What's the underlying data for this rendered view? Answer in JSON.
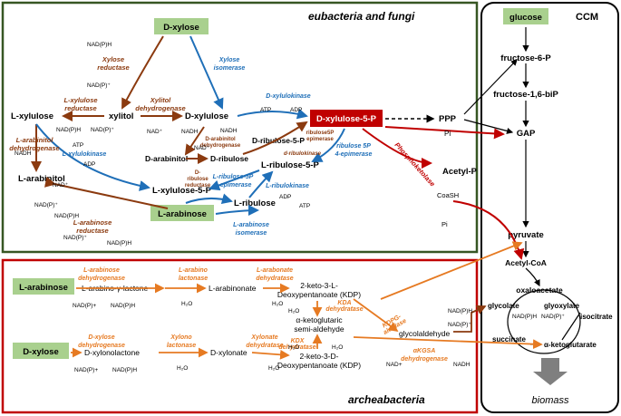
{
  "headers": {
    "eubacteria": "eubacteria and fungi",
    "archaea": "archeabacteria",
    "ccm": "CCM"
  },
  "boxed_metabolites": {
    "dxylose_top": "D-xylose",
    "larabinose_top": "L-arabinose",
    "glucose": "glucose",
    "dxylulose5p": "D-xylulose-5-P",
    "larabinose_arch": "L-arabinose",
    "dxylose_arch": "D-xylose"
  },
  "euk": {
    "lxylulose": "L-xylulose",
    "xylitol": "xylitol",
    "dxylulose": "D-xylulose",
    "larabinitol": "L-arabinitol",
    "darabinitol": "D-arabinitol",
    "dribulose": "D-ribulose",
    "dribulose5p": "D-ribulose-5-P",
    "lribulose5p": "L-ribulose-5-P",
    "lxylulose5p": "L-xylulose-5-P",
    "lribulose": "L-ribulose",
    "ppp": "PPP"
  },
  "cof": {
    "nadph1": "NAD(P)H",
    "nadp1": "NAD(P)⁺",
    "nadph2": "NAD(P)H",
    "nadp2": "NAD(P)⁺",
    "nad1": "NAD⁺",
    "nadh1": "NADH",
    "atp1": "ATP",
    "adp1": "ADP",
    "atp2": "ATP",
    "adp2": "ADP",
    "nadh2": "NADH",
    "nad2": "NAD⁺",
    "nad3": "NAD⁺",
    "nadh3": "NADH",
    "nadp3": "NAD(P)⁺",
    "nadph3": "NAD(P)H",
    "nadp4": "NAD(P)⁺",
    "nadph4": "NAD(P)H",
    "atp3": "ATP",
    "adp3": "ADP",
    "pi1": "Pi",
    "coash": "CoaSH",
    "pi2": "Pi"
  },
  "enz_brown": {
    "xylose_red": [
      "Xylose",
      "reductase"
    ],
    "lxylulose_red": [
      "L-xylulose",
      "reductase"
    ],
    "xylitol_dh": [
      "Xylitol",
      "dehydrogenase"
    ],
    "larabinitol_dh": [
      "L-arabinitol",
      "dehydrogenase"
    ],
    "larabinose_red": [
      "L-arabinose",
      "reductase"
    ],
    "darabinitol_dh": [
      "D-arabinitol",
      "dehydrogenase"
    ],
    "dribulose_red": [
      "D-",
      "ribulose",
      "reductase"
    ],
    "ribulose5p_epi": [
      "ribulose5P",
      "epimerase"
    ],
    "dribulokinase": "d-ribulokinase",
    "phosphoketolase": "Phosphoketolase"
  },
  "enz_blue": {
    "xylose_iso": [
      "Xylose",
      "isomerase"
    ],
    "dxylulokinase": "D-xylulokinase",
    "lxylulokinase": "L-xylulokinase",
    "ribulose_4epi": [
      "ribulose 5P",
      "4-epimerase"
    ],
    "lribulose_3epi": [
      "L-ribulose-5P",
      "3-epimerase"
    ],
    "lribulokinase": "L-ribulokinase",
    "larabinose_iso": [
      "L-arabinose",
      "isomerase"
    ]
  },
  "ccm": {
    "f6p": "fructose-6-P",
    "f16bp": "fructose-1,6-biP",
    "gap": "GAP",
    "acetylp": "Acetyl-P",
    "pyruvate": "pyruvate",
    "acetylcoa": "Acetyl-CoA",
    "oxaloacetate": "oxaloacetate",
    "glycolate": "glycolate",
    "glyoxylate": "glyoxylate",
    "isocitrate": "isocitrate",
    "succinate": "succinate",
    "akg": "α-ketoglutarate",
    "biomass": "biomass",
    "nadph_c": "NAD(P)H",
    "nadp_c": "NAD(P)⁺"
  },
  "arch": {
    "labino_lactone": "L-arabino-γ-lactone",
    "larabinonate": "L-arabinonate",
    "kdp_l": [
      "2-keto-3-L-",
      "Deoxypentanoate (KDP)"
    ],
    "akg_semi": [
      "α-ketoglutaric",
      "semi-aldehyde"
    ],
    "kdp_d": [
      "2-keto-3-D-",
      "Deoxypentanoate (KDP)"
    ],
    "dxylonolactone": "D-xylonolactone",
    "dxylonate": "D-xylonate",
    "glycolaldehyde": "glycolaldehyde",
    "la_dh": [
      "L-arabinose",
      "dehydrogenase"
    ],
    "la_lact": [
      "L-arabino",
      "lactonase"
    ],
    "larabonate_dh": [
      "L-arabonate",
      "dehydratase"
    ],
    "kda_dh": [
      "KDA",
      "dehydratase"
    ],
    "kdpg": [
      "KDPG-",
      "aldolase"
    ],
    "kdx_dh": [
      "KDX",
      "dehydratase"
    ],
    "dxylose_dh": [
      "D-xylose",
      "dehydrogenase"
    ],
    "xylono_lact": [
      "Xylono",
      "lactonase"
    ],
    "xylonate_dh": [
      "Xylonate",
      "dehydratase"
    ],
    "akgsa_dh": [
      "αKGSA",
      "dehydrogenase"
    ],
    "nadp_a1": "NAD(P)+",
    "nadph_a1": "NAD(P)H",
    "h2o_a1": "H₂O",
    "h2o_a2": "H₂O",
    "h2o_a3": "H₂O",
    "h2o_a4": "H₂O",
    "nadp_a2": "NAD(P)+",
    "nadph_a2": "NAD(P)H",
    "h2o_a5": "H₂O",
    "h2o_a6": "H₂O",
    "h2o_a7": "H₂O",
    "nad_a": "NAD+",
    "nadh_a": "NADH",
    "nadph_a3": "NAD(P)H",
    "nadp_a3": "NAD(P)⁺"
  }
}
